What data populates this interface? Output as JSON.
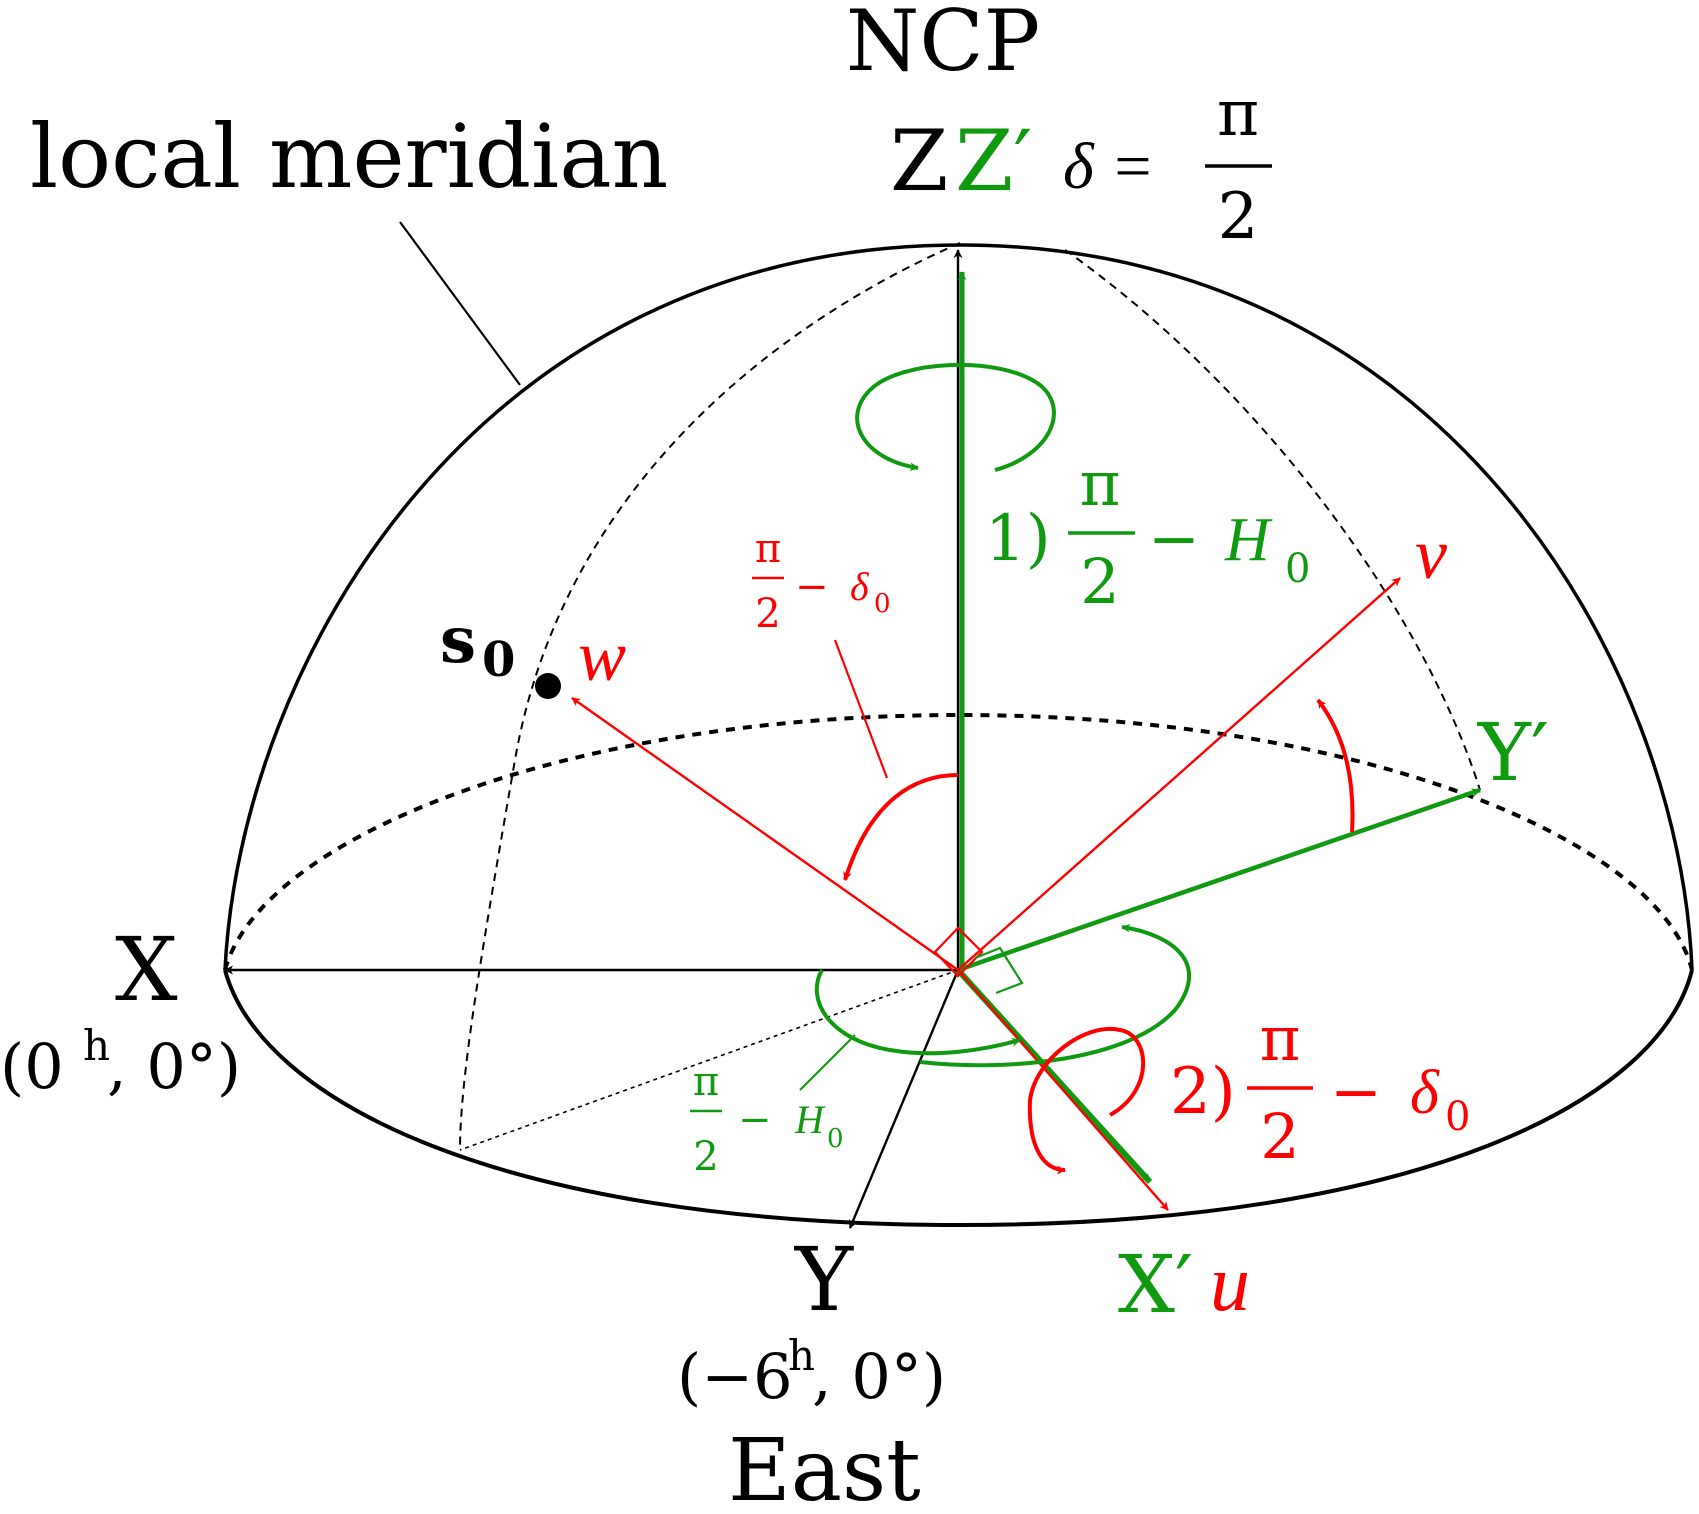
{
  "colors": {
    "black": "#000000",
    "green": "#109a10",
    "red": "#ff0000"
  },
  "labels": {
    "ncp": "NCP",
    "local_meridian": "local meridian",
    "z": "Z",
    "z_prime": "Z′",
    "delta": "δ =",
    "pi": "π",
    "two": "2",
    "minus": "−",
    "step1": "1)",
    "step2": "2)",
    "h0": "H",
    "sub0": "0",
    "delta_sym": "δ",
    "s0": "s",
    "w": "w",
    "v": "v",
    "y_prime": "Y′",
    "x": "X",
    "x_coords_open": "(0",
    "h_sup": "h",
    "x_coords_close": ", 0°)",
    "y": "Y",
    "y_coords_open": "(−6",
    "y_coords_close": ", 0°)",
    "east": "East",
    "x_prime": "X′",
    "u": "u"
  }
}
